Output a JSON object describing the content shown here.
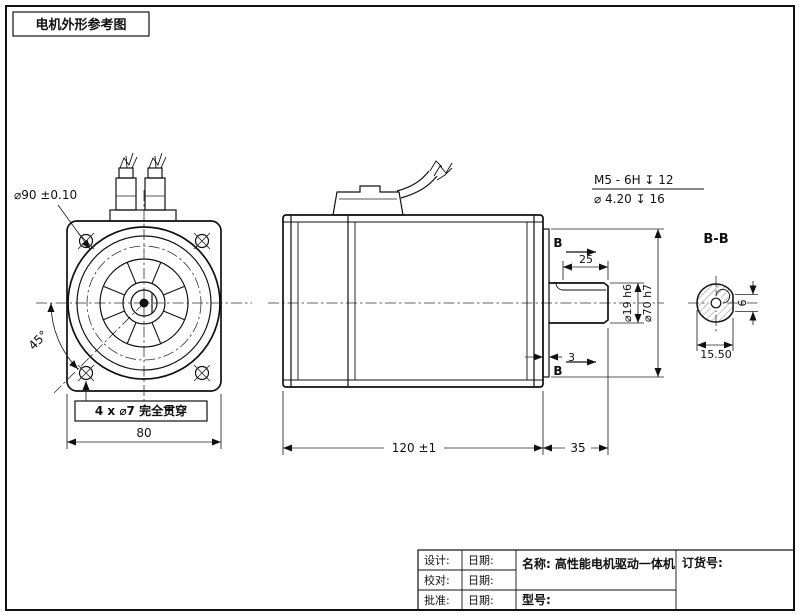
{
  "page": {
    "title_label": "电机外形参考图"
  },
  "front_view": {
    "dim_flange": "⌀90 ±0.10",
    "dim_angle": "45°",
    "holes_note": "4 x ⌀7 完全贯穿",
    "dim_width": "80"
  },
  "side_view": {
    "dim_key_length": "25",
    "dim_pilot_thickness": "3",
    "dim_body_length": "120 ±1",
    "dim_shaft_length": "35",
    "dim_shaft_dia": "⌀19 h6",
    "dim_pilot_dia": "⌀70 h7",
    "section_mark_top": "B",
    "section_mark_bottom": "B"
  },
  "thread_callout": {
    "line1": "M5 - 6H ↧ 12",
    "line2": "⌀ 4.20 ↧ 16"
  },
  "section_view": {
    "label": "B-B",
    "dim_flat_length": "15.50",
    "dim_key_width": "6"
  },
  "title_block": {
    "designer_label": "设计:",
    "checker_label": "校对:",
    "approver_label": "批准:",
    "date_label": "日期:",
    "name_label": "名称:",
    "name_value": "高性能电机驱动一体机",
    "order_no_label": "订货号:",
    "model_label": "型号:"
  }
}
